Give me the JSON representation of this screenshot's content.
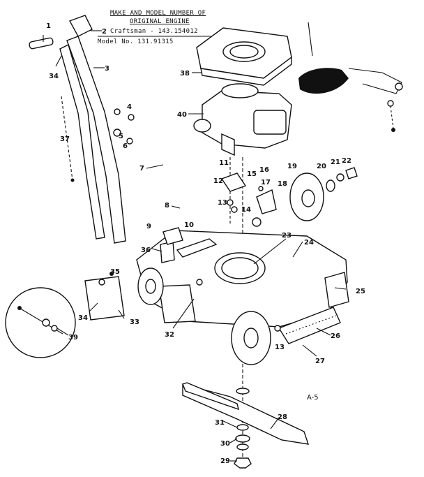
{
  "header": {
    "title_line1": "MAKE AND MODEL NUMBER OF",
    "title_line2": "ORIGINAL ENGINE",
    "engine_line": "Craftsman - 143.154012",
    "model_line": "Model No. 131.91315"
  },
  "diagram_code": "A-5",
  "callouts": [
    "1",
    "2",
    "3",
    "4",
    "5",
    "6",
    "7",
    "8",
    "9",
    "10",
    "11",
    "12",
    "13",
    "14",
    "15",
    "16",
    "17",
    "18",
    "19",
    "20",
    "21",
    "22",
    "23",
    "24",
    "25",
    "26",
    "27",
    "28",
    "29",
    "30",
    "31",
    "32",
    "33",
    "34",
    "35",
    "36",
    "37",
    "38",
    "39",
    "40",
    "13",
    "34"
  ]
}
